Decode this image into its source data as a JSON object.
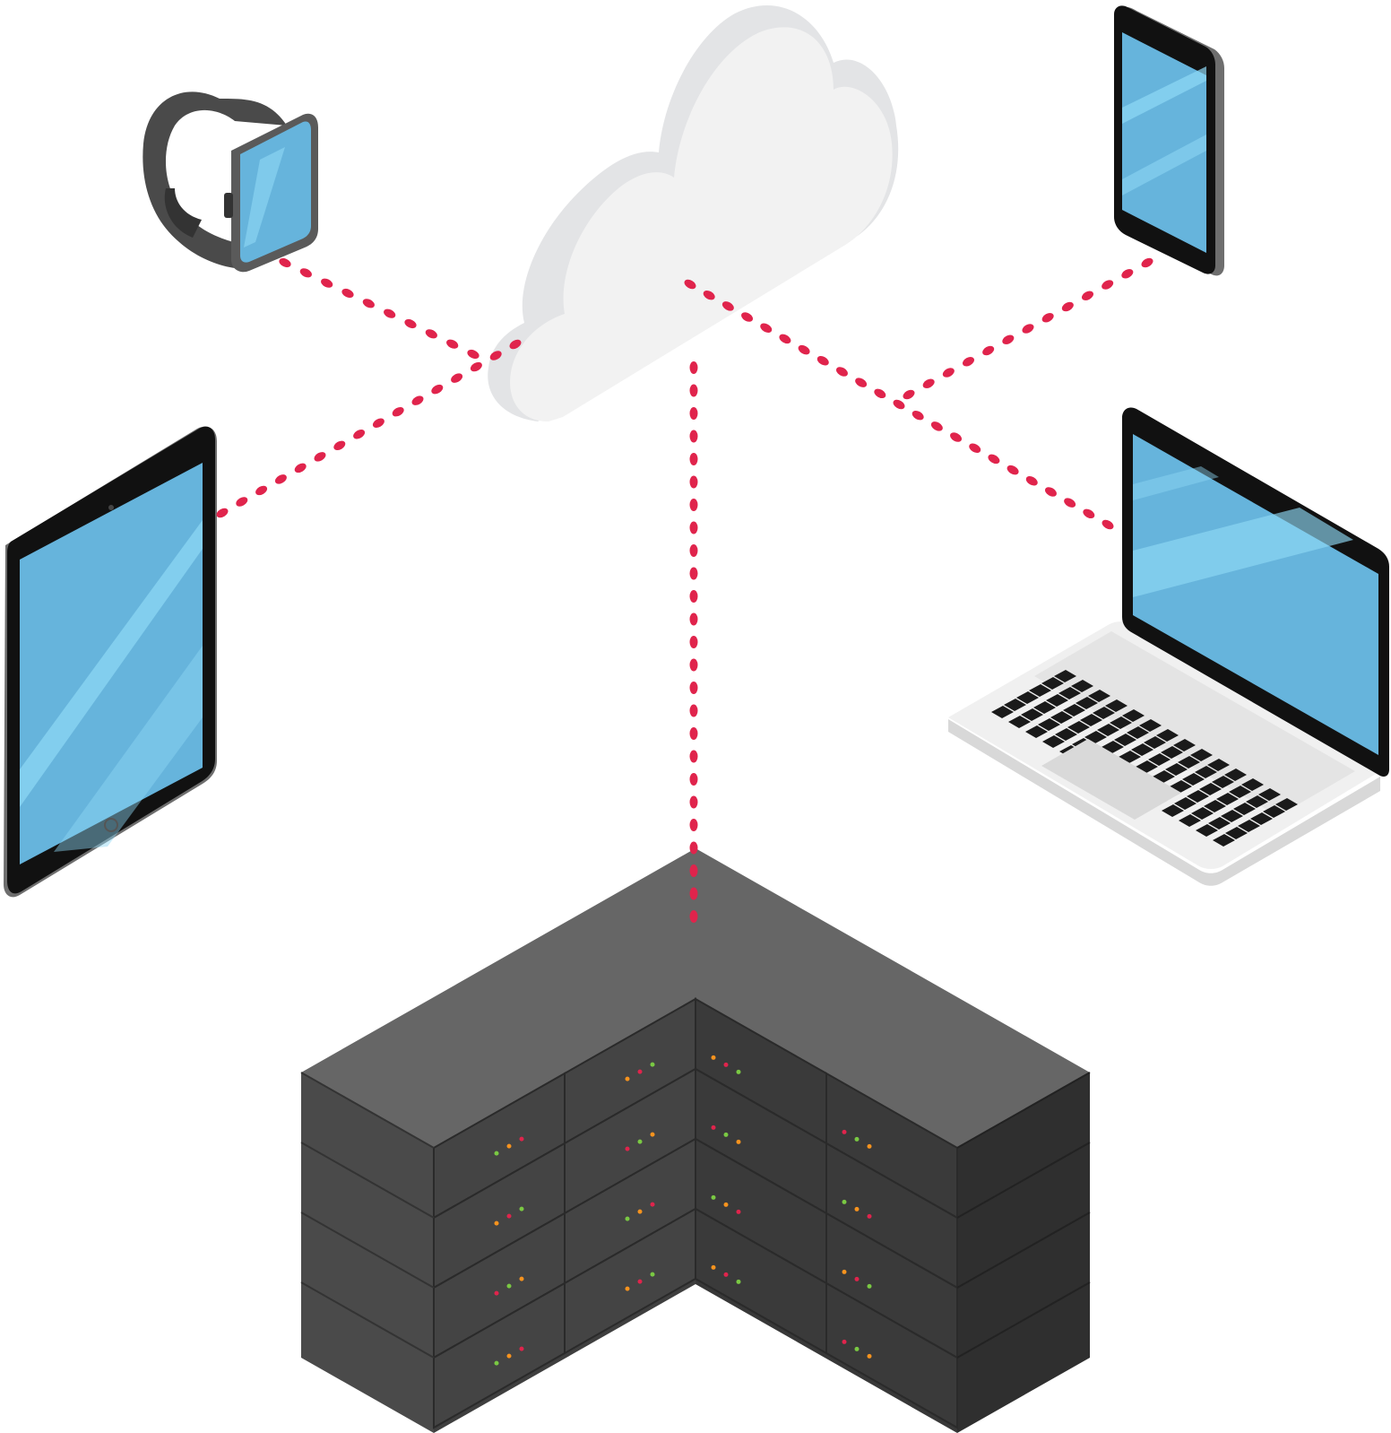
{
  "diagram": {
    "kind": "cloud-network-illustration",
    "nodes": [
      {
        "id": "cloud",
        "icon": "cloud-icon"
      },
      {
        "id": "smartwatch",
        "icon": "smartwatch-icon"
      },
      {
        "id": "smartphone",
        "icon": "smartphone-icon"
      },
      {
        "id": "tablet",
        "icon": "tablet-icon"
      },
      {
        "id": "laptop",
        "icon": "laptop-icon"
      },
      {
        "id": "server-rack",
        "icon": "server-rack-icon"
      }
    ],
    "connections": [
      {
        "from": "smartwatch",
        "to": "cloud",
        "style": "dotted"
      },
      {
        "from": "tablet",
        "to": "cloud",
        "style": "dotted"
      },
      {
        "from": "smartphone",
        "to": "cloud",
        "style": "dotted"
      },
      {
        "from": "laptop",
        "to": "cloud",
        "style": "dotted"
      },
      {
        "from": "cloud",
        "to": "server-rack",
        "style": "dotted"
      }
    ]
  },
  "colors": {
    "connection": "#e0244c",
    "screen": "#66b4dc",
    "screen_highlight": "#8fd8f5",
    "device_frame": "#111111",
    "cloud_front": "#f2f2f2",
    "cloud_side": "#e3e4e6",
    "server_top": "#666666",
    "server_front": "#3f3f3f",
    "server_side": "#2f2f2f",
    "led_green": "#7ac943",
    "led_orange": "#f7931e",
    "led_red": "#e0244c",
    "laptop_body": "#f0f0f0"
  }
}
